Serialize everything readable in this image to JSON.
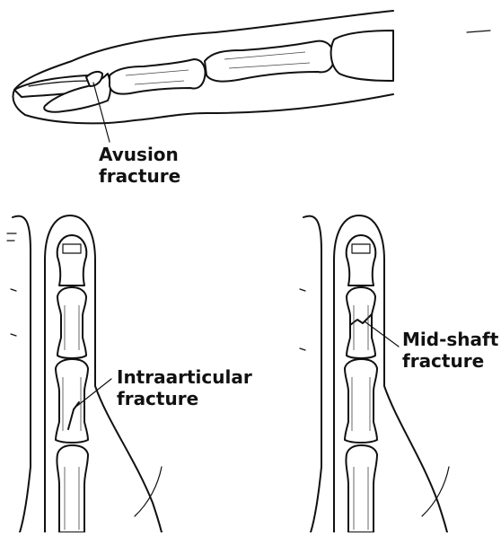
{
  "labels": {
    "avulsion_line1": "Avusion",
    "avulsion_line2": "fracture",
    "intra_line1": "Intraarticular",
    "intra_line2": "fracture",
    "mid_line1": "Mid-shaft",
    "mid_line2": "fracture"
  },
  "colors": {
    "ink": "#111111",
    "background": "#ffffff"
  }
}
